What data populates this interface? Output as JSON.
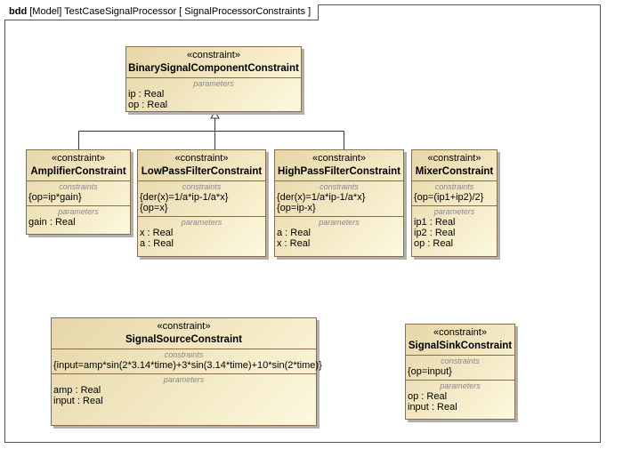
{
  "frame": {
    "kind": "bdd",
    "label": "[Model] TestCaseSignalProcessor [ SignalProcessorConstraints ]"
  },
  "colors": {
    "block_fill_start": "#e7d7a8",
    "block_fill_end": "#fdf9df",
    "block_border": "#8b6d4a"
  },
  "blocks": [
    {
      "id": "binary",
      "stereotype": "«constraint»",
      "name": "BinarySignalComponentConstraint",
      "compartments": [
        {
          "title": "parameters",
          "lines": [
            "ip : Real",
            "op : Real"
          ]
        }
      ]
    },
    {
      "id": "amplifier",
      "stereotype": "«constraint»",
      "name": "AmplifierConstraint",
      "compartments": [
        {
          "title": "constraints",
          "lines": [
            "{op=ip*gain}"
          ]
        },
        {
          "title": "parameters",
          "lines": [
            "gain : Real"
          ]
        }
      ]
    },
    {
      "id": "lowpass",
      "stereotype": "«constraint»",
      "name": "LowPassFilterConstraint",
      "compartments": [
        {
          "title": "constraints",
          "lines": [
            "{der(x)=1/a*ip-1/a*x}",
            "{op=x}"
          ]
        },
        {
          "title": "parameters",
          "lines": [
            "x : Real",
            "a : Real"
          ]
        }
      ]
    },
    {
      "id": "highpass",
      "stereotype": "«constraint»",
      "name": "HighPassFilterConstraint",
      "compartments": [
        {
          "title": "constraints",
          "lines": [
            "{der(x)=1/a*ip-1/a*x}",
            "{op=ip-x}"
          ]
        },
        {
          "title": "parameters",
          "lines": [
            "a : Real",
            "x : Real"
          ]
        }
      ]
    },
    {
      "id": "mixer",
      "stereotype": "«constraint»",
      "name": "MixerConstraint",
      "compartments": [
        {
          "title": "constraints",
          "lines": [
            "{op=(ip1+ip2)/2}"
          ]
        },
        {
          "title": "parameters",
          "lines": [
            "ip1 : Real",
            "ip2 : Real",
            "op : Real"
          ]
        }
      ]
    },
    {
      "id": "source",
      "stereotype": "«constraint»",
      "name": "SignalSourceConstraint",
      "compartments": [
        {
          "title": "constraints",
          "lines": [
            "{input=amp*sin(2*3.14*time)+3*sin(3.14*time)+10*sin(2*time)}"
          ]
        },
        {
          "title": "parameters",
          "lines": [
            "amp : Real",
            "input : Real"
          ]
        }
      ]
    },
    {
      "id": "sink",
      "stereotype": "«constraint»",
      "name": "SignalSinkConstraint",
      "compartments": [
        {
          "title": "constraints",
          "lines": [
            "{op=input}"
          ]
        },
        {
          "title": "parameters",
          "lines": [
            "op : Real",
            "input : Real"
          ]
        }
      ]
    }
  ],
  "relations": [
    {
      "type": "generalization",
      "from": "amplifier",
      "to": "binary"
    },
    {
      "type": "generalization",
      "from": "lowpass",
      "to": "binary"
    },
    {
      "type": "generalization",
      "from": "highpass",
      "to": "binary"
    }
  ]
}
